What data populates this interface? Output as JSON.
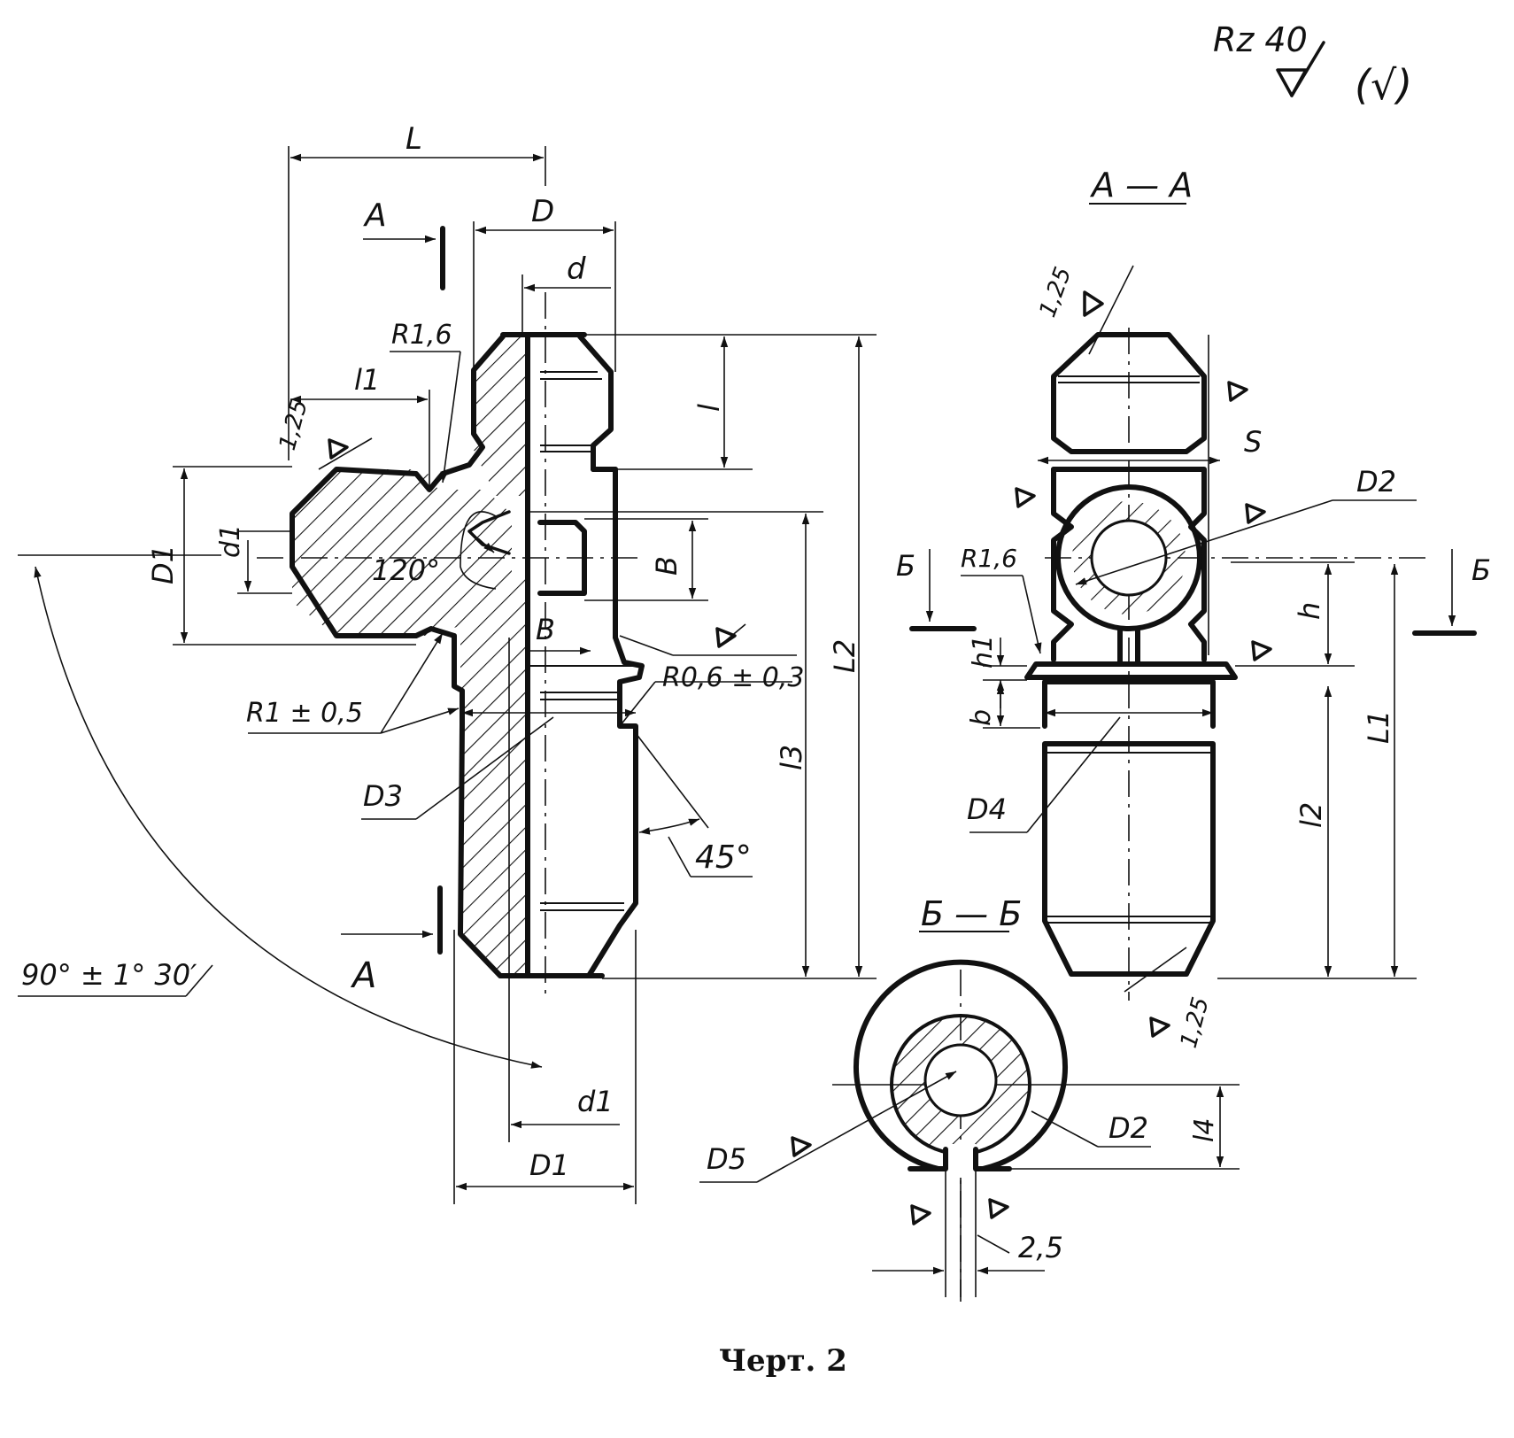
{
  "caption": "Черт. 2",
  "roughness": {
    "general": "Rz 40",
    "other": "(√)"
  },
  "section_labels": {
    "aa": "А — А",
    "bb": "Б — Б"
  },
  "section_arrows": {
    "a_top": "А",
    "a_bottom": "А",
    "b_left": "Б",
    "b_right": "Б"
  },
  "front_view": {
    "L": "L",
    "D": "D",
    "d": "d",
    "R16": "R1,6",
    "l1": "l1",
    "r125": "1,25",
    "D1_side": "D1",
    "d1_side": "d1",
    "angle120": "120°",
    "B_vert": "B",
    "B_horiz": "B",
    "l": "l",
    "L2": "L2",
    "l3": "l3",
    "R06": "R0,6 ± 0,3",
    "R1": "R1 ± 0,5",
    "D3": "D3",
    "angle45": "45°",
    "angle90": "90° ± 1° 30′",
    "d1_bottom": "d1",
    "D1_bottom": "D1"
  },
  "section_aa": {
    "r125_top": "1,25",
    "S": "S",
    "D2": "D2",
    "R16": "R1,6",
    "h": "h",
    "h1": "h1",
    "b": "b",
    "L1": "L1",
    "l2": "l2",
    "D4": "D4",
    "r125_bottom": "1,25"
  },
  "section_bb": {
    "D2": "D2",
    "l4": "l4",
    "D5": "D5",
    "dim25": "2,5"
  }
}
